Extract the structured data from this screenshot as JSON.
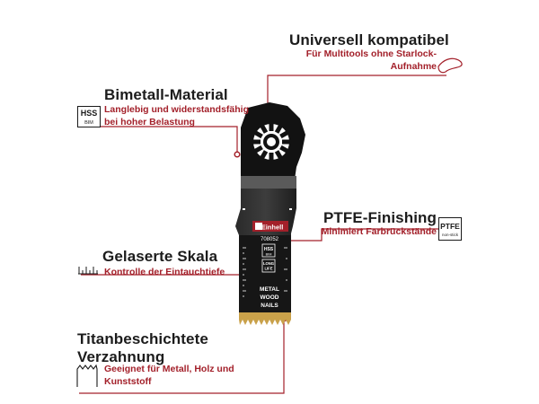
{
  "callouts": {
    "universal": {
      "title": "Universell kompatibel",
      "line1": "Für Multitools ohne Starlock-",
      "line2": "Aufnahme"
    },
    "bimetal": {
      "title": "Bimetall-Material",
      "line1": "Langlebig und widerstandsfähig",
      "line2": "bei hoher Belastung",
      "icon_top": "HSS",
      "icon_bottom": "BIM"
    },
    "ptfe": {
      "title": "PTFE-Finishing",
      "subtitle": "Minimiert Farbrückstände",
      "icon_top": "PTFE",
      "icon_bottom": "non-stick"
    },
    "scale": {
      "title": "Gelaserte Skala",
      "subtitle": "Kontrolle der Eintauchtiefe"
    },
    "titan": {
      "title1": "Titanbeschichtete",
      "title2": "Verzahnung",
      "line1": "Geeignet für Metall, Holz und",
      "line2": "Kunststoff"
    }
  },
  "blade": {
    "brand": "Einhell",
    "part_number": "708052",
    "badge_top": "HSS",
    "badge_bottom": "BIM",
    "badge_life1": "LONG",
    "badge_life2": "LIFE",
    "materials": [
      "METAL",
      "WOOD",
      "NAILS"
    ],
    "accent_color": "#a3202a",
    "teeth_color": "#c9a14a"
  }
}
